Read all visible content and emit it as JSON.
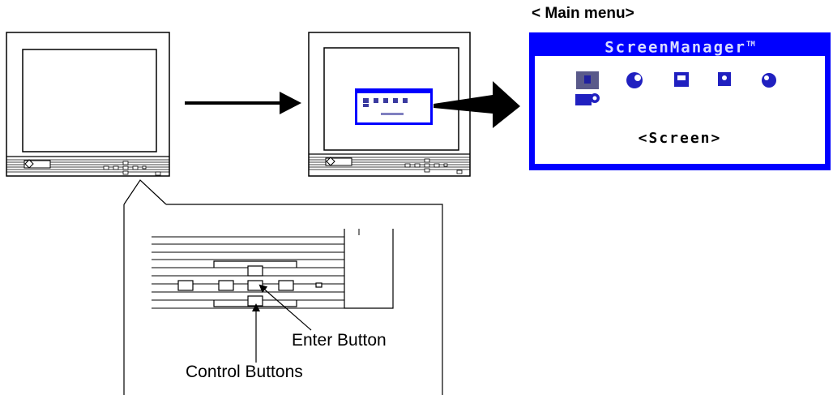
{
  "main_menu": {
    "heading": "< Main menu>",
    "title": "ScreenManager",
    "title_mark": "TM",
    "caption": "<Screen>",
    "icons": [
      "screen-icon",
      "color-icon",
      "sound-icon",
      "power-manager-icon",
      "others-icon",
      "information-icon"
    ]
  },
  "callouts": {
    "enter_button": "Enter Button",
    "control_buttons": "Control Buttons"
  },
  "colors": {
    "osd_blue": "#0000ff",
    "osd_white": "#ffffff",
    "line": "#000000"
  }
}
